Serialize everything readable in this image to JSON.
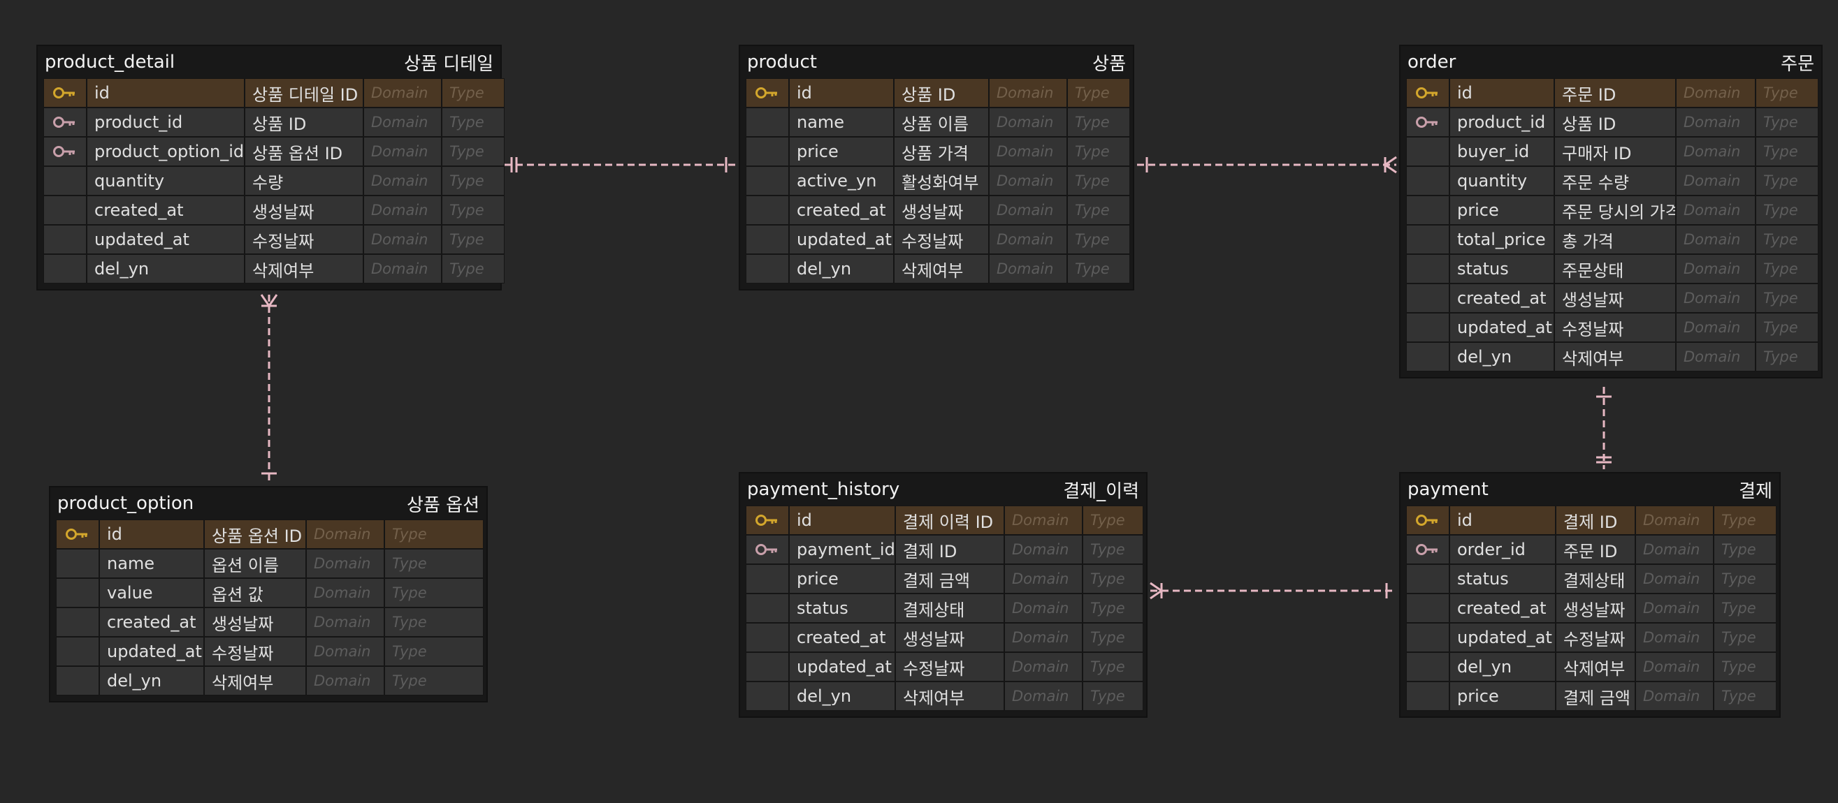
{
  "placeholders": {
    "domain": "Domain",
    "type": "Type"
  },
  "colors": {
    "background": "#272727",
    "table_bg": "#181818",
    "row_bg": "#333333",
    "pk_row_bg": "#4a3723",
    "primary_key_icon": "#d4a72c",
    "foreign_key_icon": "#c9a0ab",
    "relationship_line": "#e7b8c3"
  },
  "tables": [
    {
      "id": "product_detail",
      "name": "product_detail",
      "label": "상품 디테일",
      "columns": [
        {
          "name": "id",
          "comment": "상품 디테일 ID",
          "key": "pk"
        },
        {
          "name": "product_id",
          "comment": "상품 ID",
          "key": "fk"
        },
        {
          "name": "product_option_id",
          "comment": "상품 옵션 ID",
          "key": "fk"
        },
        {
          "name": "quantity",
          "comment": "수량",
          "key": ""
        },
        {
          "name": "created_at",
          "comment": "생성날짜",
          "key": ""
        },
        {
          "name": "updated_at",
          "comment": "수정날짜",
          "key": ""
        },
        {
          "name": "del_yn",
          "comment": "삭제여부",
          "key": ""
        }
      ]
    },
    {
      "id": "product",
      "name": "product",
      "label": "상품",
      "columns": [
        {
          "name": "id",
          "comment": "상품 ID",
          "key": "pk"
        },
        {
          "name": "name",
          "comment": "상품 이름",
          "key": ""
        },
        {
          "name": "price",
          "comment": "상품 가격",
          "key": ""
        },
        {
          "name": "active_yn",
          "comment": "활성화여부",
          "key": ""
        },
        {
          "name": "created_at",
          "comment": "생성날짜",
          "key": ""
        },
        {
          "name": "updated_at",
          "comment": "수정날짜",
          "key": ""
        },
        {
          "name": "del_yn",
          "comment": "삭제여부",
          "key": ""
        }
      ]
    },
    {
      "id": "order",
      "name": "order",
      "label": "주문",
      "columns": [
        {
          "name": "id",
          "comment": "주문 ID",
          "key": "pk"
        },
        {
          "name": "product_id",
          "comment": "상품 ID",
          "key": "fk"
        },
        {
          "name": "buyer_id",
          "comment": "구매자 ID",
          "key": ""
        },
        {
          "name": "quantity",
          "comment": "주문 수량",
          "key": ""
        },
        {
          "name": "price",
          "comment": "주문 당시의 가격",
          "key": ""
        },
        {
          "name": "total_price",
          "comment": "총 가격",
          "key": ""
        },
        {
          "name": "status",
          "comment": "주문상태",
          "key": ""
        },
        {
          "name": "created_at",
          "comment": "생성날짜",
          "key": ""
        },
        {
          "name": "updated_at",
          "comment": "수정날짜",
          "key": ""
        },
        {
          "name": "del_yn",
          "comment": "삭제여부",
          "key": ""
        }
      ]
    },
    {
      "id": "product_option",
      "name": "product_option",
      "label": "상품 옵션",
      "columns": [
        {
          "name": "id",
          "comment": "상품 옵션 ID",
          "key": "pk"
        },
        {
          "name": "name",
          "comment": "옵션 이름",
          "key": ""
        },
        {
          "name": "value",
          "comment": "옵션 값",
          "key": ""
        },
        {
          "name": "created_at",
          "comment": "생성날짜",
          "key": ""
        },
        {
          "name": "updated_at",
          "comment": "수정날짜",
          "key": ""
        },
        {
          "name": "del_yn",
          "comment": "삭제여부",
          "key": ""
        }
      ]
    },
    {
      "id": "payment_history",
      "name": "payment_history",
      "label": "결제_이력",
      "columns": [
        {
          "name": "id",
          "comment": "결제 이력 ID",
          "key": "pk"
        },
        {
          "name": "payment_id",
          "comment": "결제 ID",
          "key": "fk"
        },
        {
          "name": "price",
          "comment": "결제 금액",
          "key": ""
        },
        {
          "name": "status",
          "comment": "결제상태",
          "key": ""
        },
        {
          "name": "created_at",
          "comment": "생성날짜",
          "key": ""
        },
        {
          "name": "updated_at",
          "comment": "수정날짜",
          "key": ""
        },
        {
          "name": "del_yn",
          "comment": "삭제여부",
          "key": ""
        }
      ]
    },
    {
      "id": "payment",
      "name": "payment",
      "label": "결제",
      "columns": [
        {
          "name": "id",
          "comment": "결제 ID",
          "key": "pk"
        },
        {
          "name": "order_id",
          "comment": "주문 ID",
          "key": "fk"
        },
        {
          "name": "status",
          "comment": "결제상태",
          "key": ""
        },
        {
          "name": "created_at",
          "comment": "생성날짜",
          "key": ""
        },
        {
          "name": "updated_at",
          "comment": "수정날짜",
          "key": ""
        },
        {
          "name": "del_yn",
          "comment": "삭제여부",
          "key": ""
        },
        {
          "name": "price",
          "comment": "결제 금액",
          "key": ""
        }
      ]
    }
  ],
  "relationships": [
    {
      "from": "product_detail",
      "to": "product",
      "from_end": "one-only",
      "to_end": "one"
    },
    {
      "from": "product",
      "to": "order",
      "from_end": "one",
      "to_end": "many"
    },
    {
      "from": "product_detail",
      "to": "product_option",
      "from_end": "many",
      "to_end": "one"
    },
    {
      "from": "order",
      "to": "payment",
      "from_end": "one",
      "to_end": "one-only"
    },
    {
      "from": "payment_history",
      "to": "payment",
      "from_end": "many",
      "to_end": "one"
    }
  ]
}
